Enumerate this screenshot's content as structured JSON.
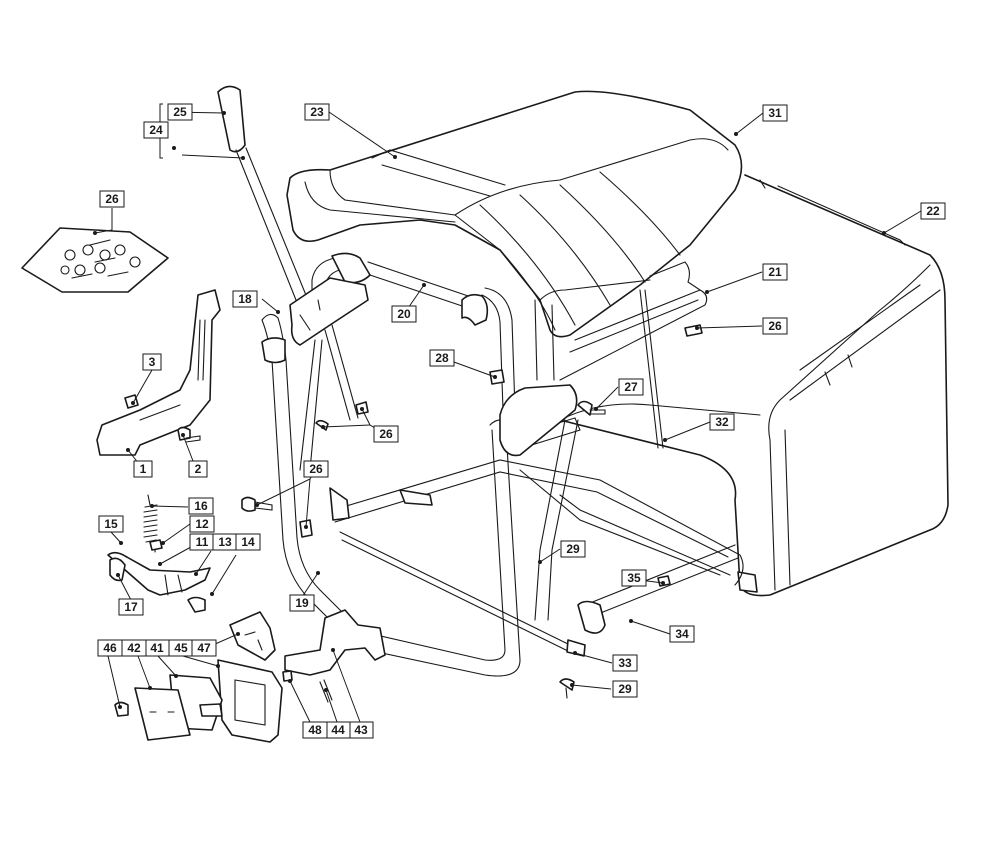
{
  "callouts": [
    {
      "id": "c1",
      "label": "1"
    },
    {
      "id": "c2",
      "label": "2"
    },
    {
      "id": "c3",
      "label": "3"
    },
    {
      "id": "c11",
      "label": "11"
    },
    {
      "id": "c12",
      "label": "12"
    },
    {
      "id": "c13",
      "label": "13"
    },
    {
      "id": "c14",
      "label": "14"
    },
    {
      "id": "c15",
      "label": "15"
    },
    {
      "id": "c16",
      "label": "16"
    },
    {
      "id": "c17",
      "label": "17"
    },
    {
      "id": "c18",
      "label": "18"
    },
    {
      "id": "c19",
      "label": "19"
    },
    {
      "id": "c20",
      "label": "20"
    },
    {
      "id": "c21",
      "label": "21"
    },
    {
      "id": "c22",
      "label": "22"
    },
    {
      "id": "c23",
      "label": "23"
    },
    {
      "id": "c24",
      "label": "24"
    },
    {
      "id": "c25",
      "label": "25"
    },
    {
      "id": "c26a",
      "label": "26"
    },
    {
      "id": "c26b",
      "label": "26"
    },
    {
      "id": "c26c",
      "label": "26"
    },
    {
      "id": "c26d",
      "label": "26"
    },
    {
      "id": "c27",
      "label": "27"
    },
    {
      "id": "c28",
      "label": "28"
    },
    {
      "id": "c29a",
      "label": "29"
    },
    {
      "id": "c29b",
      "label": "29"
    },
    {
      "id": "c31",
      "label": "31"
    },
    {
      "id": "c32",
      "label": "32"
    },
    {
      "id": "c33",
      "label": "33"
    },
    {
      "id": "c34",
      "label": "34"
    },
    {
      "id": "c35",
      "label": "35"
    },
    {
      "id": "c41",
      "label": "41"
    },
    {
      "id": "c42",
      "label": "42"
    },
    {
      "id": "c43",
      "label": "43"
    },
    {
      "id": "c44",
      "label": "44"
    },
    {
      "id": "c45",
      "label": "45"
    },
    {
      "id": "c46",
      "label": "46"
    },
    {
      "id": "c47",
      "label": "47"
    },
    {
      "id": "c48",
      "label": "48"
    }
  ]
}
